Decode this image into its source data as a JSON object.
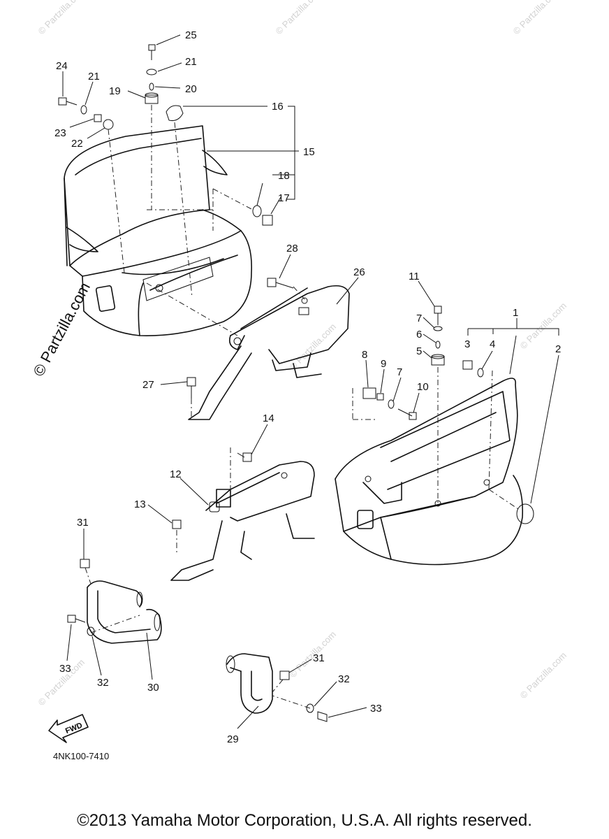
{
  "diagram": {
    "code": "4NK100-7410",
    "fwd_label": "FWD",
    "copyright": "©2013 Yamaha Motor Corporation, U.S.A. All rights reserved.",
    "watermark": "© Partzilla.com",
    "watermark_small": "© Partzilla.com",
    "callouts": [
      {
        "id": "c25",
        "text": "25"
      },
      {
        "id": "c21a",
        "text": "21"
      },
      {
        "id": "c20",
        "text": "20"
      },
      {
        "id": "c19",
        "text": "19"
      },
      {
        "id": "c24",
        "text": "24"
      },
      {
        "id": "c21b",
        "text": "21"
      },
      {
        "id": "c23",
        "text": "23"
      },
      {
        "id": "c22",
        "text": "22"
      },
      {
        "id": "c16",
        "text": "16"
      },
      {
        "id": "c15",
        "text": "15"
      },
      {
        "id": "c18",
        "text": "18"
      },
      {
        "id": "c17",
        "text": "17"
      },
      {
        "id": "c28",
        "text": "28"
      },
      {
        "id": "c26",
        "text": "26"
      },
      {
        "id": "c11",
        "text": "11"
      },
      {
        "id": "c7a",
        "text": "7"
      },
      {
        "id": "c6",
        "text": "6"
      },
      {
        "id": "c5",
        "text": "5"
      },
      {
        "id": "c3",
        "text": "3"
      },
      {
        "id": "c4",
        "text": "4"
      },
      {
        "id": "c1",
        "text": "1"
      },
      {
        "id": "c2",
        "text": "2"
      },
      {
        "id": "c8",
        "text": "8"
      },
      {
        "id": "c9",
        "text": "9"
      },
      {
        "id": "c7b",
        "text": "7"
      },
      {
        "id": "c10",
        "text": "10"
      },
      {
        "id": "c27",
        "text": "27"
      },
      {
        "id": "c14",
        "text": "14"
      },
      {
        "id": "c12",
        "text": "12"
      },
      {
        "id": "c13",
        "text": "13"
      },
      {
        "id": "c31a",
        "text": "31"
      },
      {
        "id": "c33a",
        "text": "33"
      },
      {
        "id": "c32a",
        "text": "32"
      },
      {
        "id": "c30",
        "text": "30"
      },
      {
        "id": "c31b",
        "text": "31"
      },
      {
        "id": "c32b",
        "text": "32"
      },
      {
        "id": "c33b",
        "text": "33"
      },
      {
        "id": "c29",
        "text": "29"
      }
    ]
  }
}
